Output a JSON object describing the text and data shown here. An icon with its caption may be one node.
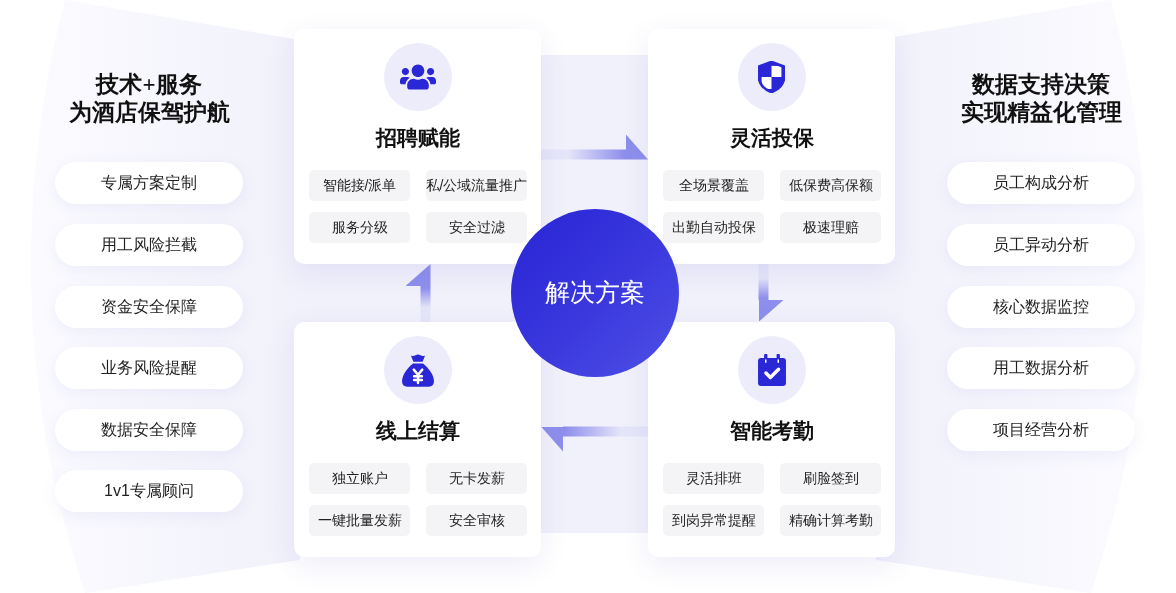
{
  "diagram": {
    "nodes": [
      {
        "text": [
          "专属方案定制"
        ]
      },
      {
        "text": [
          "用工风险拦截"
        ]
      },
      {
        "text": [
          "资金安全保障"
        ]
      },
      {
        "text": [
          "业务风险提醒"
        ]
      },
      {
        "text": [
          "数据安全保障"
        ]
      },
      {
        "text": [
          "1v1专属顾问"
        ]
      },
      {
        "text": [
          "招聘赋能"
        ]
      },
      {
        "text": [
          "智能接/派单"
        ],
        "in": 6
      },
      {
        "text": [
          "私/公域流量推广"
        ],
        "in": 6
      },
      {
        "text": [
          "服务分级"
        ],
        "in": 6
      },
      {
        "text": [
          "安全过滤"
        ],
        "in": 6
      },
      {
        "text": [
          "灵活投保"
        ]
      },
      {
        "text": [
          "全场景覆盖"
        ],
        "in": 11
      },
      {
        "text": [
          "低保费高保额"
        ],
        "in": 11
      },
      {
        "text": [
          "出勤自动投保"
        ],
        "in": 11
      },
      {
        "text": [
          "极速理赔"
        ],
        "in": 11
      },
      {
        "text": [
          "解决方案"
        ]
      },
      {
        "text": [
          "线上结算"
        ]
      },
      {
        "text": [
          "独立账户"
        ],
        "in": 17
      },
      {
        "text": [
          "无卡发薪"
        ],
        "in": 17
      },
      {
        "text": [
          "一键批量发薪"
        ],
        "in": 17
      },
      {
        "text": [
          "安全审核"
        ],
        "in": 17
      },
      {
        "text": [
          "智能考勤"
        ]
      },
      {
        "text": [
          "灵活排班"
        ],
        "in": 22
      },
      {
        "text": [
          "刷脸签到"
        ],
        "in": 22
      },
      {
        "text": [
          "到岗异常提醒"
        ],
        "in": 22
      },
      {
        "text": [
          "精确计算考勤"
        ],
        "in": 22
      },
      {
        "text": [
          "员工构成分析"
        ]
      },
      {
        "text": [
          "员工异动分析"
        ]
      },
      {
        "text": [
          "核心数据监控"
        ]
      },
      {
        "text": [
          "用工数据分析"
        ]
      },
      {
        "text": [
          "项目经营分析"
        ]
      }
    ],
    "edges": [
      {
        "from": 6,
        "to": 11,
        "arrow": "to"
      },
      {
        "from": 11,
        "to": 22,
        "arrow": "to"
      },
      {
        "from": 22,
        "to": 17,
        "arrow": "to"
      },
      {
        "from": 17,
        "to": 6,
        "arrow": "to"
      }
    ],
    "labels": [
      "技术+服务",
      "为酒店保驾护航",
      "数据支持决策",
      "实现精益化管理"
    ]
  }
}
